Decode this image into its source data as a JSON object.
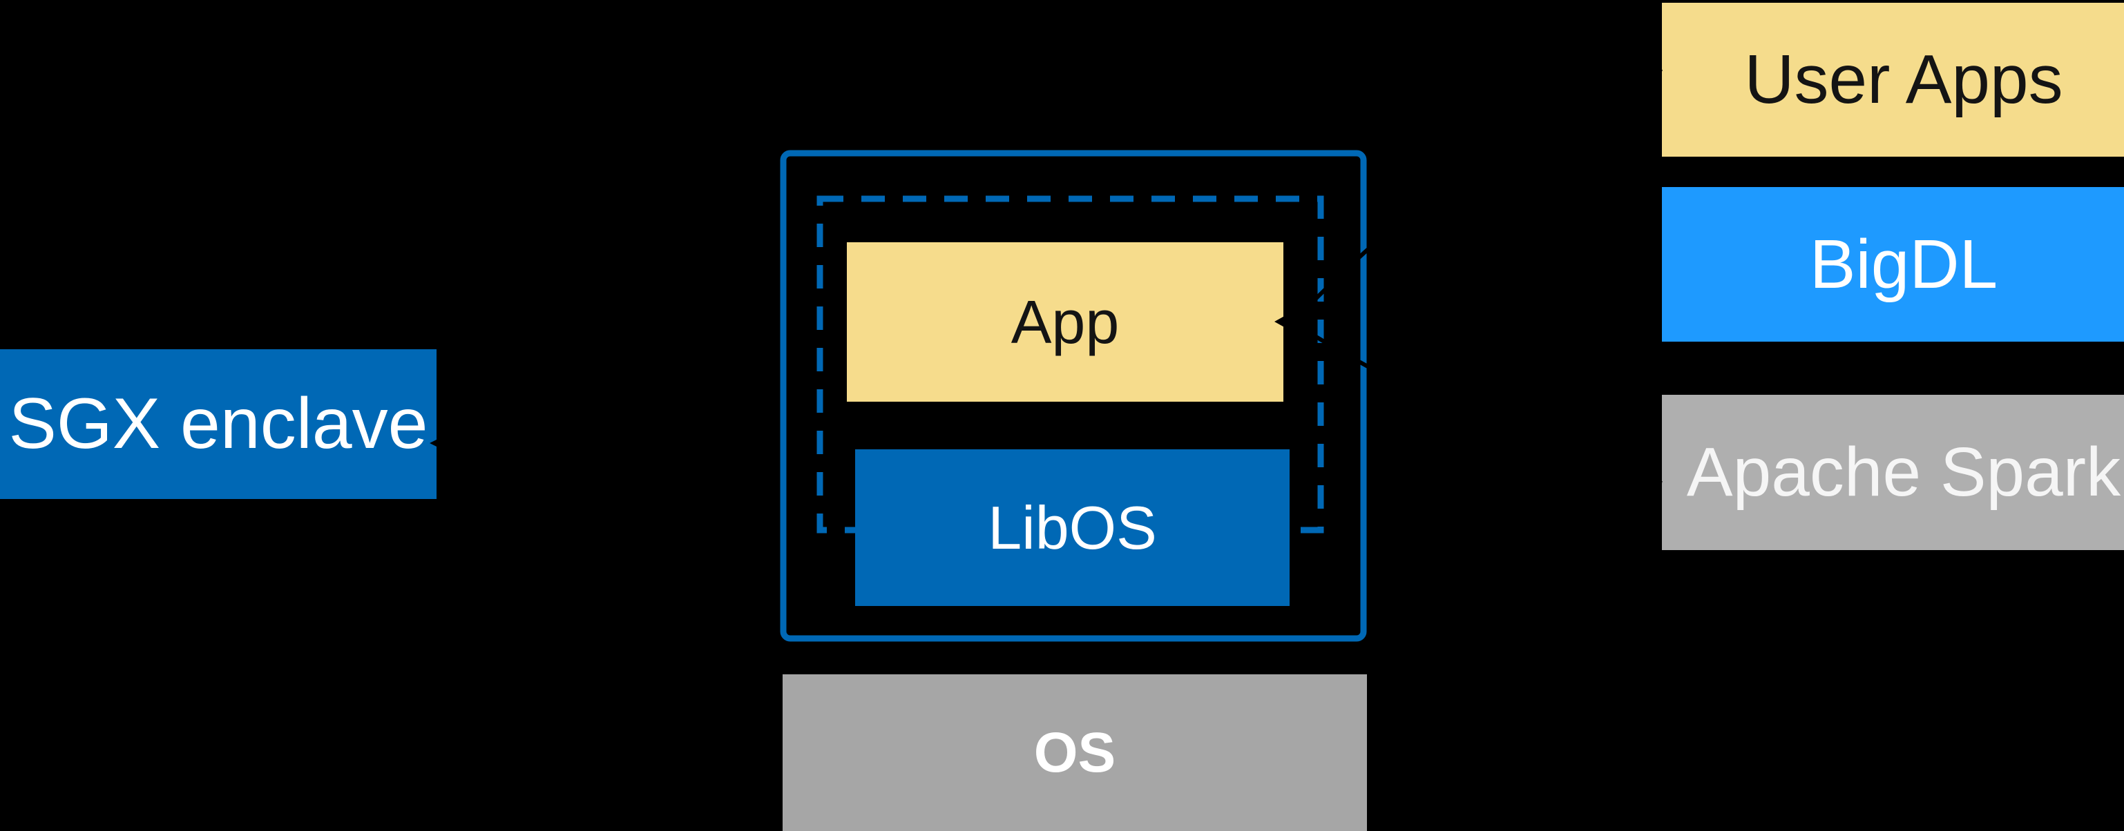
{
  "colors": {
    "background": "#000000",
    "intel_blue": "#0068B5",
    "bright_blue": "#1E9AFF",
    "app_yellow": "#F6DC8C",
    "stack_yellow": "#F5DC8C",
    "os_gray": "#A6A6A6",
    "spark_gray": "#AFAFAF",
    "ink": "#141414",
    "white_text": "#FFFFFF",
    "spark_text": "#F5F5F5",
    "connector": "#000000"
  },
  "diagram": {
    "sgx_label": "SGX enclave",
    "enclave": {
      "app_label": "App",
      "libos_label": "LibOS"
    },
    "os_label": "OS",
    "stack": {
      "user_apps_label": "User Apps",
      "bigdl_label": "BigDL",
      "spark_label": "Apache Spark"
    }
  }
}
